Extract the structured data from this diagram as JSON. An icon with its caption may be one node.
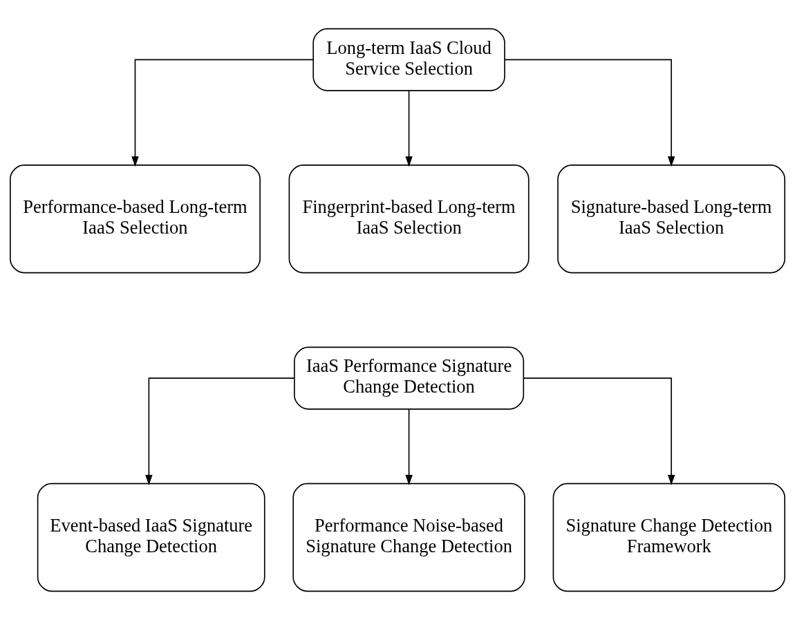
{
  "diagram": {
    "nodes": [
      {
        "text": [
          "Long-term IaaS Cloud Service Selection"
        ]
      },
      {
        "text": [
          "Performance-based Long-term IaaS Selection"
        ]
      },
      {
        "text": [
          "Fingerprint-based Long-term IaaS Selection"
        ]
      },
      {
        "text": [
          "Signature-based Long-term IaaS Selection"
        ]
      },
      {
        "text": [
          "IaaS Performance Signature Change Detection"
        ]
      },
      {
        "text": [
          "Event-based IaaS Signature Change Detection"
        ]
      },
      {
        "text": [
          "Performance Noise-based Signature Change Detection"
        ]
      },
      {
        "text": [
          "Signature Change Detection Framework"
        ]
      }
    ],
    "edges": [
      {
        "from": 0,
        "to": 1,
        "arrow": "to"
      },
      {
        "from": 0,
        "to": 2,
        "arrow": "to"
      },
      {
        "from": 0,
        "to": 3,
        "arrow": "to"
      },
      {
        "from": 4,
        "to": 5,
        "arrow": "to"
      },
      {
        "from": 4,
        "to": 6,
        "arrow": "to"
      },
      {
        "from": 4,
        "to": 7,
        "arrow": "to"
      }
    ]
  }
}
